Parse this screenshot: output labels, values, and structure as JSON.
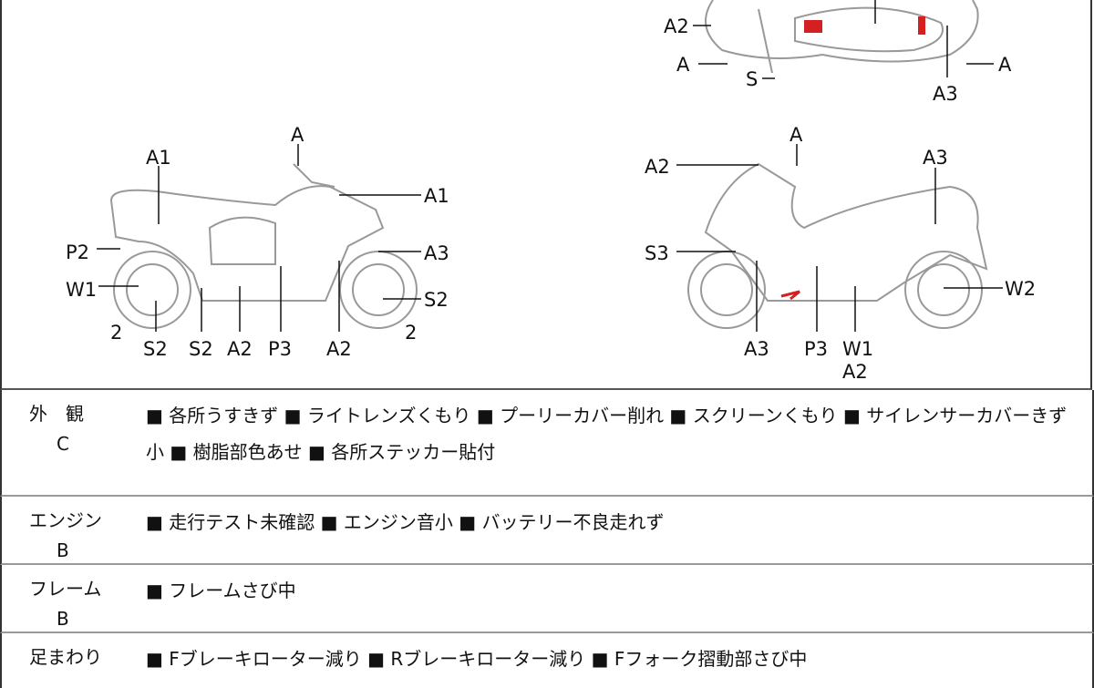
{
  "diagram": {
    "top_labels": [
      "A2",
      "A",
      "S",
      "A3",
      "A"
    ],
    "left_labels": [
      "A1",
      "A",
      "A1",
      "P2",
      "A3",
      "W1",
      "S2",
      "2",
      "2",
      "S2",
      "S2",
      "A2",
      "P3",
      "A2"
    ],
    "right_labels": [
      "A",
      "A2",
      "A3",
      "S3",
      "W2",
      "A3",
      "P3",
      "W1",
      "A2"
    ]
  },
  "rows": [
    {
      "category": "外　観",
      "grade": "C",
      "items": "■ 各所うすきず ■ ライトレンズくもり ■ プーリーカバー削れ ■ スクリーンくもり ■ サイレンサーカバーきず小 ■ 樹脂部色あせ ■ 各所ステッカー貼付"
    },
    {
      "category": "エンジン",
      "grade": "B",
      "items": "■ 走行テスト未確認 ■ エンジン音小 ■ バッテリー不良走れず"
    },
    {
      "category": "フレーム",
      "grade": "B",
      "items": "■ フレームさび中"
    },
    {
      "category": "足まわり",
      "grade": "",
      "items": "■ Fブレーキローター減り ■ Rブレーキローター減り ■ Fフォーク摺動部さび中"
    }
  ],
  "colors": {
    "mark": "#d42020"
  }
}
